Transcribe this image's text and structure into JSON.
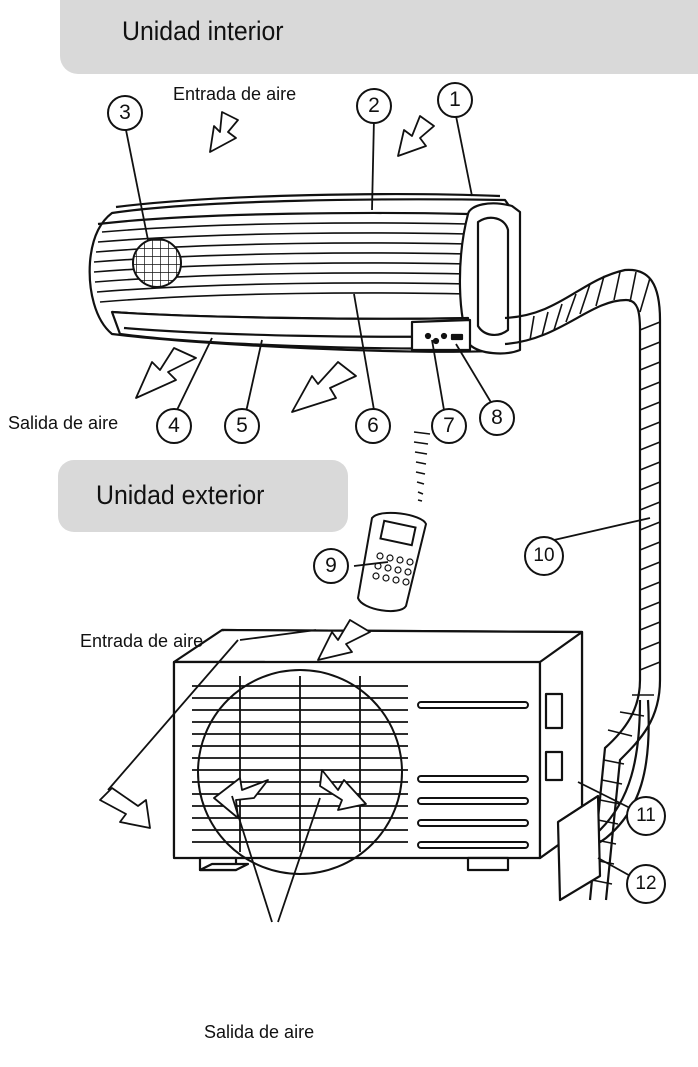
{
  "sections": {
    "indoor_title": "Unidad interior",
    "outdoor_title": "Unidad exterior"
  },
  "labels": {
    "indoor_air_inlet": "Entrada de aire",
    "indoor_air_outlet": "Salida de aire",
    "outdoor_air_inlet": "Entrada de aire",
    "outdoor_air_outlet": "Salida de aire"
  },
  "callouts": [
    "1",
    "2",
    "3",
    "4",
    "5",
    "6",
    "7",
    "8",
    "9",
    "10",
    "11",
    "12"
  ],
  "colors": {
    "header_bg": "#d9d9d9",
    "line": "#111111"
  }
}
